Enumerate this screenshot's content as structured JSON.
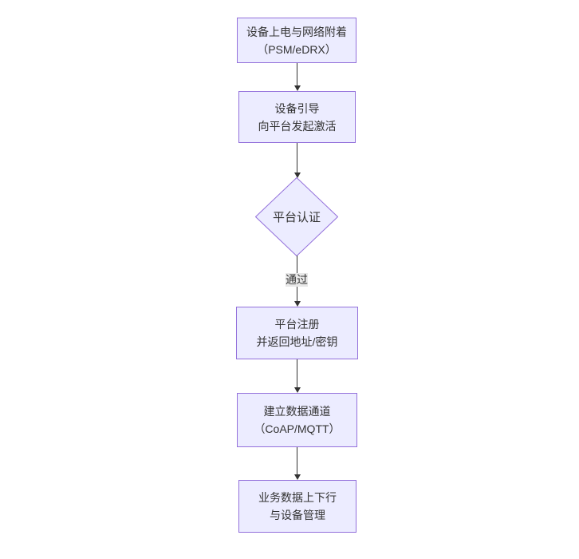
{
  "diagram": {
    "type": "flowchart",
    "direction": "top-down"
  },
  "colors": {
    "background": "#ffffff",
    "nodeFill": "#ECECFF",
    "nodeBorder": "#9370DB",
    "text": "#333333",
    "arrow": "#333333",
    "edgeLabelBg": "#e8e8e8"
  },
  "nodes": [
    {
      "shape": "rect",
      "lines": [
        "设备上电与网络附着",
        "（PSM/eDRX）"
      ]
    },
    {
      "shape": "rect",
      "lines": [
        "设备引导",
        "向平台发起激活"
      ]
    },
    {
      "shape": "diamond",
      "label": "平台认证"
    },
    {
      "shape": "rect",
      "lines": [
        "平台注册",
        "并返回地址/密钥"
      ]
    },
    {
      "shape": "rect",
      "lines": [
        "建立数据通道",
        "（CoAP/MQTT）"
      ]
    },
    {
      "shape": "rect",
      "lines": [
        "业务数据上下行",
        "与设备管理"
      ]
    }
  ],
  "edges": [
    {
      "from": 0,
      "to": 1,
      "label": ""
    },
    {
      "from": 1,
      "to": 2,
      "label": ""
    },
    {
      "from": 2,
      "to": 3,
      "label": "通过"
    },
    {
      "from": 3,
      "to": 4,
      "label": ""
    },
    {
      "from": 4,
      "to": 5,
      "label": ""
    }
  ]
}
